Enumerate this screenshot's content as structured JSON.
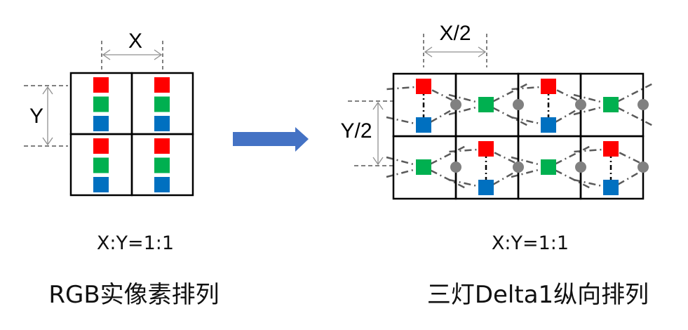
{
  "colors": {
    "red": "#ff0000",
    "green": "#00b050",
    "blue": "#0070c0",
    "grid": "#000000",
    "dim": "#808080",
    "dash": "#666666",
    "node": "#808080",
    "arrow": "#4472c4"
  },
  "left": {
    "dim_x_label": "X",
    "dim_y_label": "Y",
    "ratio": "X:Y=1:1",
    "title": "RGB实像素排列",
    "grid": {
      "rows": 2,
      "cols": 2
    },
    "cell_subpixels": [
      "red",
      "green",
      "blue"
    ]
  },
  "arrow": {
    "direction": "right"
  },
  "right": {
    "dim_x_label": "X/2",
    "dim_y_label": "Y/2",
    "ratio": "X:Y=1:1",
    "title": "三灯Delta1纵向排列",
    "grid": {
      "rows": 2,
      "cols": 4
    },
    "pattern": [
      [
        "red-blue",
        "green",
        "red-blue",
        "green"
      ],
      [
        "green",
        "red-blue",
        "green",
        "red-blue"
      ]
    ]
  }
}
